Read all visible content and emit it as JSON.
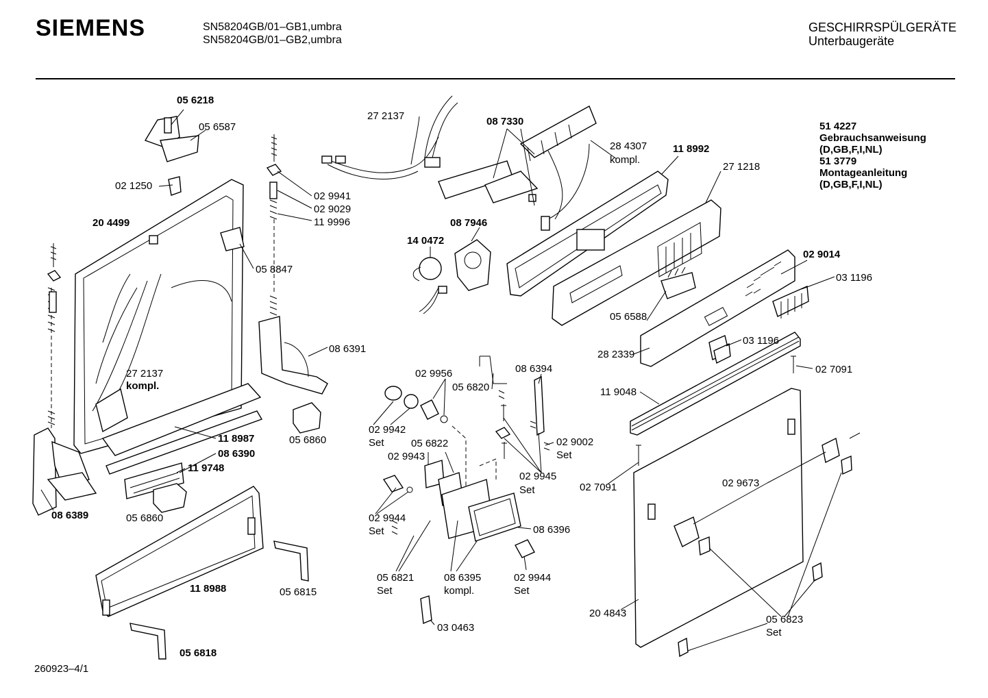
{
  "header": {
    "brand": "SIEMENS",
    "models": [
      "SN58204GB/01–GB1,umbra",
      "SN58204GB/01–GB2,umbra"
    ],
    "category": [
      "GESCHIRRSPÜLGERÄTE",
      "Unterbaugeräte"
    ]
  },
  "documents": [
    "51 4227",
    "Gebrauchsanweisung",
    "(D,GB,F,I,NL)",
    "51 3779",
    "Montageanleitung",
    "(D,GB,F,I,NL)"
  ],
  "footer": "260923–4/1",
  "labels": [
    {
      "id": "p056218",
      "text": "05 6218",
      "bold": true
    },
    {
      "id": "p056587",
      "text": "05 6587"
    },
    {
      "id": "p021250",
      "text": "02 1250"
    },
    {
      "id": "p204499",
      "text": "20 4499",
      "bold": true
    },
    {
      "id": "p029941",
      "text": "02 9941"
    },
    {
      "id": "p029029",
      "text": "02 9029"
    },
    {
      "id": "p119996",
      "text": "11 9996"
    },
    {
      "id": "p058847",
      "text": "05 8847"
    },
    {
      "id": "p272137a",
      "text": "27 2137"
    },
    {
      "id": "p087330",
      "text": "08 7330",
      "bold": true
    },
    {
      "id": "p284307",
      "text": "28 4307"
    },
    {
      "id": "p284307k",
      "text": "kompl."
    },
    {
      "id": "p118992",
      "text": "11 8992",
      "bold": true
    },
    {
      "id": "p271218",
      "text": "27 1218"
    },
    {
      "id": "p087946",
      "text": "08 7946",
      "bold": true
    },
    {
      "id": "p140472",
      "text": "14 0472",
      "bold": true
    },
    {
      "id": "p029014",
      "text": "02 9014",
      "bold": true
    },
    {
      "id": "p031196a",
      "text": "03 1196"
    },
    {
      "id": "p056588",
      "text": "05 6588"
    },
    {
      "id": "p031196b",
      "text": "03 1196"
    },
    {
      "id": "p282339",
      "text": "28 2339"
    },
    {
      "id": "p027091a",
      "text": "02 7091"
    },
    {
      "id": "p086391",
      "text": "08 6391"
    },
    {
      "id": "p272137b",
      "text": "27 2137"
    },
    {
      "id": "p272137bk",
      "text": "kompl.",
      "bold": true
    },
    {
      "id": "p029956",
      "text": "02 9956"
    },
    {
      "id": "p056820",
      "text": "05 6820"
    },
    {
      "id": "p086394",
      "text": "08 6394"
    },
    {
      "id": "p119048",
      "text": "11 9048"
    },
    {
      "id": "p029942",
      "text": "02 9942"
    },
    {
      "id": "p029942s",
      "text": "Set"
    },
    {
      "id": "p056822",
      "text": "05 6822"
    },
    {
      "id": "p029943",
      "text": "02 9943"
    },
    {
      "id": "p029002",
      "text": "02 9002"
    },
    {
      "id": "p029002s",
      "text": "Set"
    },
    {
      "id": "p056860a",
      "text": "05 6860"
    },
    {
      "id": "p118987",
      "text": "11 8987",
      "bold": true
    },
    {
      "id": "p086390",
      "text": "08 6390",
      "bold": true
    },
    {
      "id": "p119748",
      "text": "11 9748",
      "bold": true
    },
    {
      "id": "p029945",
      "text": "02 9945"
    },
    {
      "id": "p029945s",
      "text": "Set"
    },
    {
      "id": "p027091b",
      "text": "02 7091"
    },
    {
      "id": "p029673",
      "text": "02 9673"
    },
    {
      "id": "p086389",
      "text": "08 6389",
      "bold": true
    },
    {
      "id": "p056860b",
      "text": "05 6860"
    },
    {
      "id": "p029944a",
      "text": "02 9944"
    },
    {
      "id": "p029944as",
      "text": "Set"
    },
    {
      "id": "p086396",
      "text": "08 6396"
    },
    {
      "id": "p056821",
      "text": "05 6821"
    },
    {
      "id": "p056821s",
      "text": "Set"
    },
    {
      "id": "p086395",
      "text": "08 6395"
    },
    {
      "id": "p086395k",
      "text": "kompl."
    },
    {
      "id": "p029944b",
      "text": "02 9944"
    },
    {
      "id": "p029944bs",
      "text": "Set"
    },
    {
      "id": "p118988",
      "text": "11 8988",
      "bold": true
    },
    {
      "id": "p056815",
      "text": "05 6815"
    },
    {
      "id": "p204843",
      "text": "20 4843"
    },
    {
      "id": "p056823",
      "text": "05 6823"
    },
    {
      "id": "p056823s",
      "text": "Set"
    },
    {
      "id": "p030463",
      "text": "03 0463"
    },
    {
      "id": "p056818",
      "text": "05 6818",
      "bold": true
    }
  ]
}
